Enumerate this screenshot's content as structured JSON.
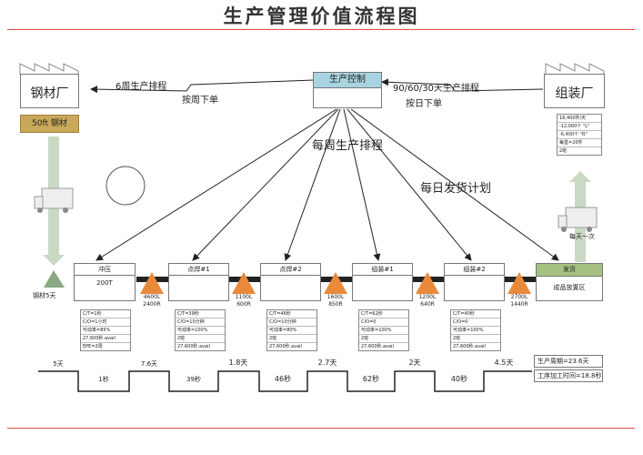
{
  "title": "生产管理价值流程图",
  "supplier": {
    "name": "钢材厂",
    "material": "50ft 钢材",
    "inventory_label": "钢材5天"
  },
  "control": {
    "name": "生产控制"
  },
  "customer": {
    "name": "组装厂",
    "info": [
      "18,400件/天",
      "-12,000个 \"L\"",
      "-6,400个 \"R\"",
      "每盒=20件",
      "2班"
    ],
    "delivery_label": "每天一次"
  },
  "flows": {
    "to_supplier_forecast": "6周生产排程",
    "to_supplier_order": "按周下单",
    "from_customer_forecast": "90/60/30天生产排程",
    "from_customer_order": "按日下单",
    "weekly_schedule": "每周生产排程",
    "daily_shipping": "每日发货计划"
  },
  "processes": [
    {
      "name": "冲压",
      "body": "200T",
      "info": [
        "C/T=1秒",
        "C/O=1小时",
        "可动率=85%",
        "27,600秒.avail",
        "EPE=2周"
      ]
    },
    {
      "name": "点焊#1",
      "body": "",
      "info": [
        "C/T=39秒",
        "C/O=10分钟",
        "可动率=100%",
        "2班",
        "27,600秒.avail"
      ]
    },
    {
      "name": "点焊#2",
      "body": "",
      "info": [
        "C/T=46秒",
        "C/O=10分钟",
        "可动率=80%",
        "2班",
        "27,600秒.avail"
      ]
    },
    {
      "name": "组装#1",
      "body": "",
      "info": [
        "C/T=62秒",
        "C/O=0",
        "可动率=100%",
        "2班",
        "27,600秒.avail"
      ]
    },
    {
      "name": "组装#2",
      "body": "",
      "info": [
        "C/T=40秒",
        "C/O=0",
        "可动率=100%",
        "2班",
        "27,600秒.avail"
      ]
    }
  ],
  "shipping": {
    "name": "发货",
    "body": "成品放置区"
  },
  "inventories": [
    [
      "4600L",
      "2400R"
    ],
    [
      "1100L",
      "600R"
    ],
    [
      "1600L",
      "850R"
    ],
    [
      "1200L",
      "640R"
    ],
    [
      "2700L",
      "1440R"
    ]
  ],
  "timeline": {
    "waits": [
      "5天",
      "7.6天",
      "1.8天",
      "2.7天",
      "2天",
      "4.5天"
    ],
    "processing": [
      "1秒",
      "39秒",
      "46秒",
      "62秒",
      "40秒"
    ],
    "lead_time": "生产周期=23.6天",
    "process_time": "工序加工时间=18.8秒"
  }
}
